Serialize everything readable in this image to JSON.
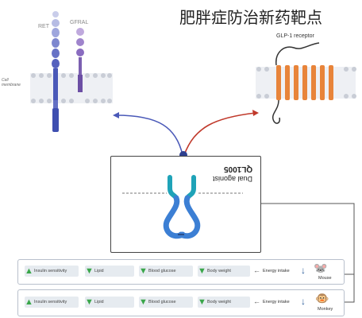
{
  "title": "肥胖症防治新药靶点",
  "left_receptors": {
    "ret_label": "RET",
    "gfral_label": "GFRAL",
    "membrane_label": "Cell\nmembrane"
  },
  "right_receptor": {
    "label": "GLP-1 receptor"
  },
  "drug": {
    "name": "QL1005",
    "subtitle": "Dual agonist"
  },
  "rows": [
    {
      "subject": "Mouse",
      "energy_label": "Energy intake",
      "chips": [
        {
          "label": "Insulin sensitivity",
          "direction": "up"
        },
        {
          "label": "Lipid",
          "direction": "down"
        },
        {
          "label": "Blood glucose",
          "direction": "down"
        },
        {
          "label": "Body weight",
          "direction": "down"
        }
      ]
    },
    {
      "subject": "Monkey",
      "energy_label": "Energy intake",
      "chips": [
        {
          "label": "Insulin sensitivity",
          "direction": "up"
        },
        {
          "label": "Lipid",
          "direction": "down"
        },
        {
          "label": "Blood glucose",
          "direction": "down"
        },
        {
          "label": "Body weight",
          "direction": "down"
        }
      ]
    }
  ],
  "colors": {
    "ret": "#4a59b8",
    "gfral": "#7b5fb0",
    "glp1": "#e8843a",
    "drug_teal": "#1fa3b8",
    "drug_blue": "#3c7fd4",
    "arrow_left": "#4a59b8",
    "arrow_right": "#c0392b"
  }
}
